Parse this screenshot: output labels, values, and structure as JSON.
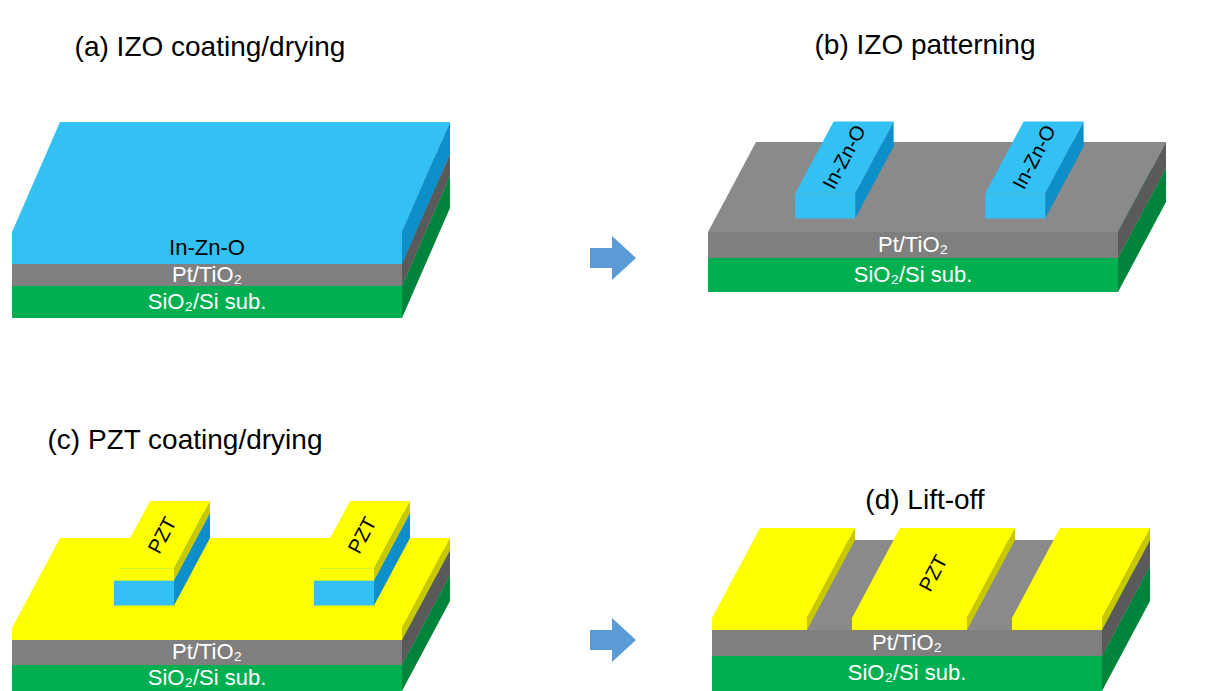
{
  "diagram": {
    "labels": [
      "(a) IZO coating/drying",
      "In-Zn-O",
      "Pt/TiO₂",
      "SiO₂/Si sub.",
      "(b) IZO patterning",
      "In-Zn-O",
      "In-Zn-O",
      "Pt/TiO₂",
      "SiO₂/Si sub.",
      "(c) PZT coating/drying",
      "PZT",
      "PZT",
      "Pt/TiO₂",
      "SiO₂/Si sub.",
      "(d) Lift-off",
      "PZT",
      "Pt/TiO₂",
      "SiO₂/Si sub."
    ]
  }
}
